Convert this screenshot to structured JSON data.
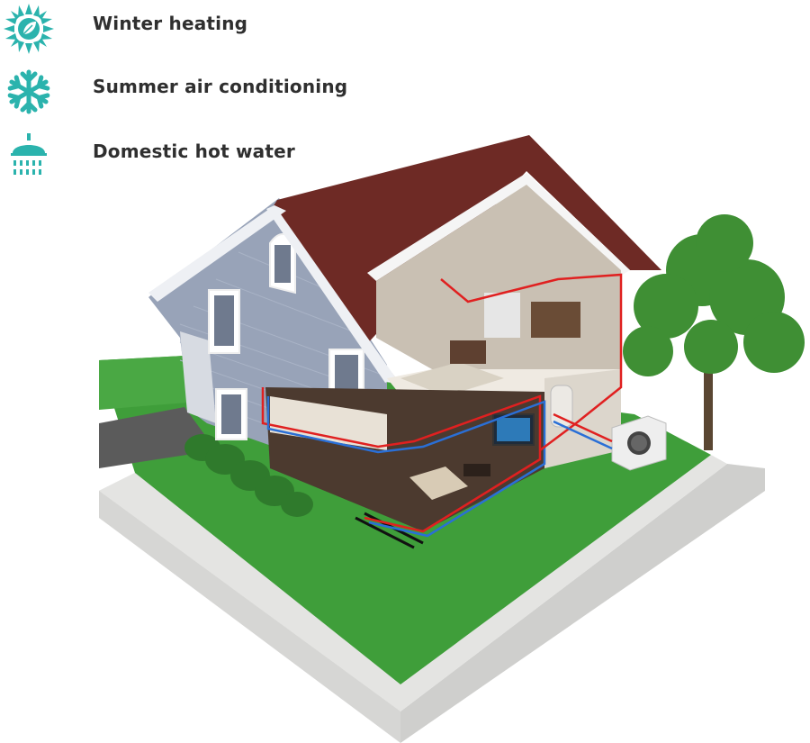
{
  "legend": {
    "items": [
      {
        "icon": "sun-leaf-icon",
        "label": "Winter heating"
      },
      {
        "icon": "snowflake-icon",
        "label": "Summer air conditioning"
      },
      {
        "icon": "shower-icon",
        "label": "Domestic hot water"
      }
    ]
  },
  "colors": {
    "icon_teal": "#2bb3ad",
    "grass": "#3f9e3a",
    "roof": "#6e2a25",
    "siding": "#98a3b8",
    "hot_pipe": "#e02020",
    "cold_pipe": "#2a6fd6",
    "sidewalk": "#d9d9d9"
  }
}
